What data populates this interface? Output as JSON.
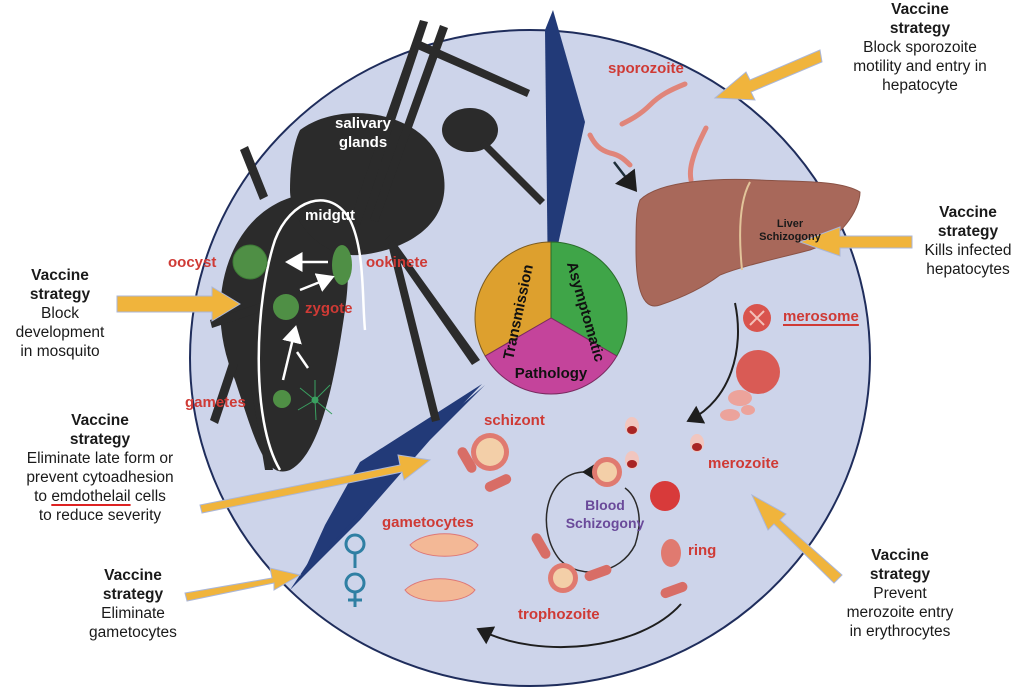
{
  "colors": {
    "circle_fill": "#cdd4ea",
    "circle_stroke": "#1f2d5c",
    "wedge": "#223a78",
    "mosquito": "#2b2b2b",
    "parasite_green": "#4f8f45",
    "label_red": "#cf3a35",
    "arrow_orange": "#f0b43c",
    "liver": "#a8685a",
    "transmission": "#dda02e",
    "asymptomatic": "#3fa548",
    "pathology": "#c4449b",
    "blood_schizogony": "#6a4a9a",
    "gender_symbol": "#2f7fa3"
  },
  "pie": {
    "segments": [
      {
        "label": "Transmission"
      },
      {
        "label": "Asymptomatic"
      },
      {
        "label": "Pathology"
      }
    ]
  },
  "mosquito": {
    "salivary_glands": "salivary\nglands",
    "midgut": "midgut"
  },
  "stages": {
    "oocyst": "oocyst",
    "ookinete": "ookinete",
    "zygote": "zygote",
    "gametes": "gametes",
    "sporozoite": "sporozoite",
    "liver_schizogony": "Liver\nSchizogony",
    "merosome": "merosome",
    "merozoite": "merozoite",
    "schizont": "schizont",
    "blood_schizogony": "Blood\nSchizogony",
    "ring": "ring",
    "trophozoite": "trophozoite",
    "gametocytes": "gametocytes"
  },
  "strategies": [
    {
      "id": "mosquito",
      "head": "Vaccine\nstrategy",
      "body": "Block\ndevelopment\nin mosquito"
    },
    {
      "id": "severity",
      "head": "Vaccine\nstrategy",
      "body_pre": "Eliminate late form or\nprevent cytoadhesion\nto ",
      "body_err": "emdothelail",
      "body_post": " cells\nto reduce severity"
    },
    {
      "id": "gametocytes",
      "head": "Vaccine\nstrategy",
      "body": "Eliminate\ngametocytes"
    },
    {
      "id": "sporozoite",
      "head": "Vaccine\nstrategy",
      "body": "Block sporozoite\nmotility and entry in\nhepatocyte"
    },
    {
      "id": "hepatocytes",
      "head": "Vaccine\nstrategy",
      "body": "Kills infected\nhepatocytes"
    },
    {
      "id": "merozoite",
      "head": "Vaccine\nstrategy",
      "body": "Prevent\nmerozoite entry\nin erythrocytes"
    }
  ]
}
